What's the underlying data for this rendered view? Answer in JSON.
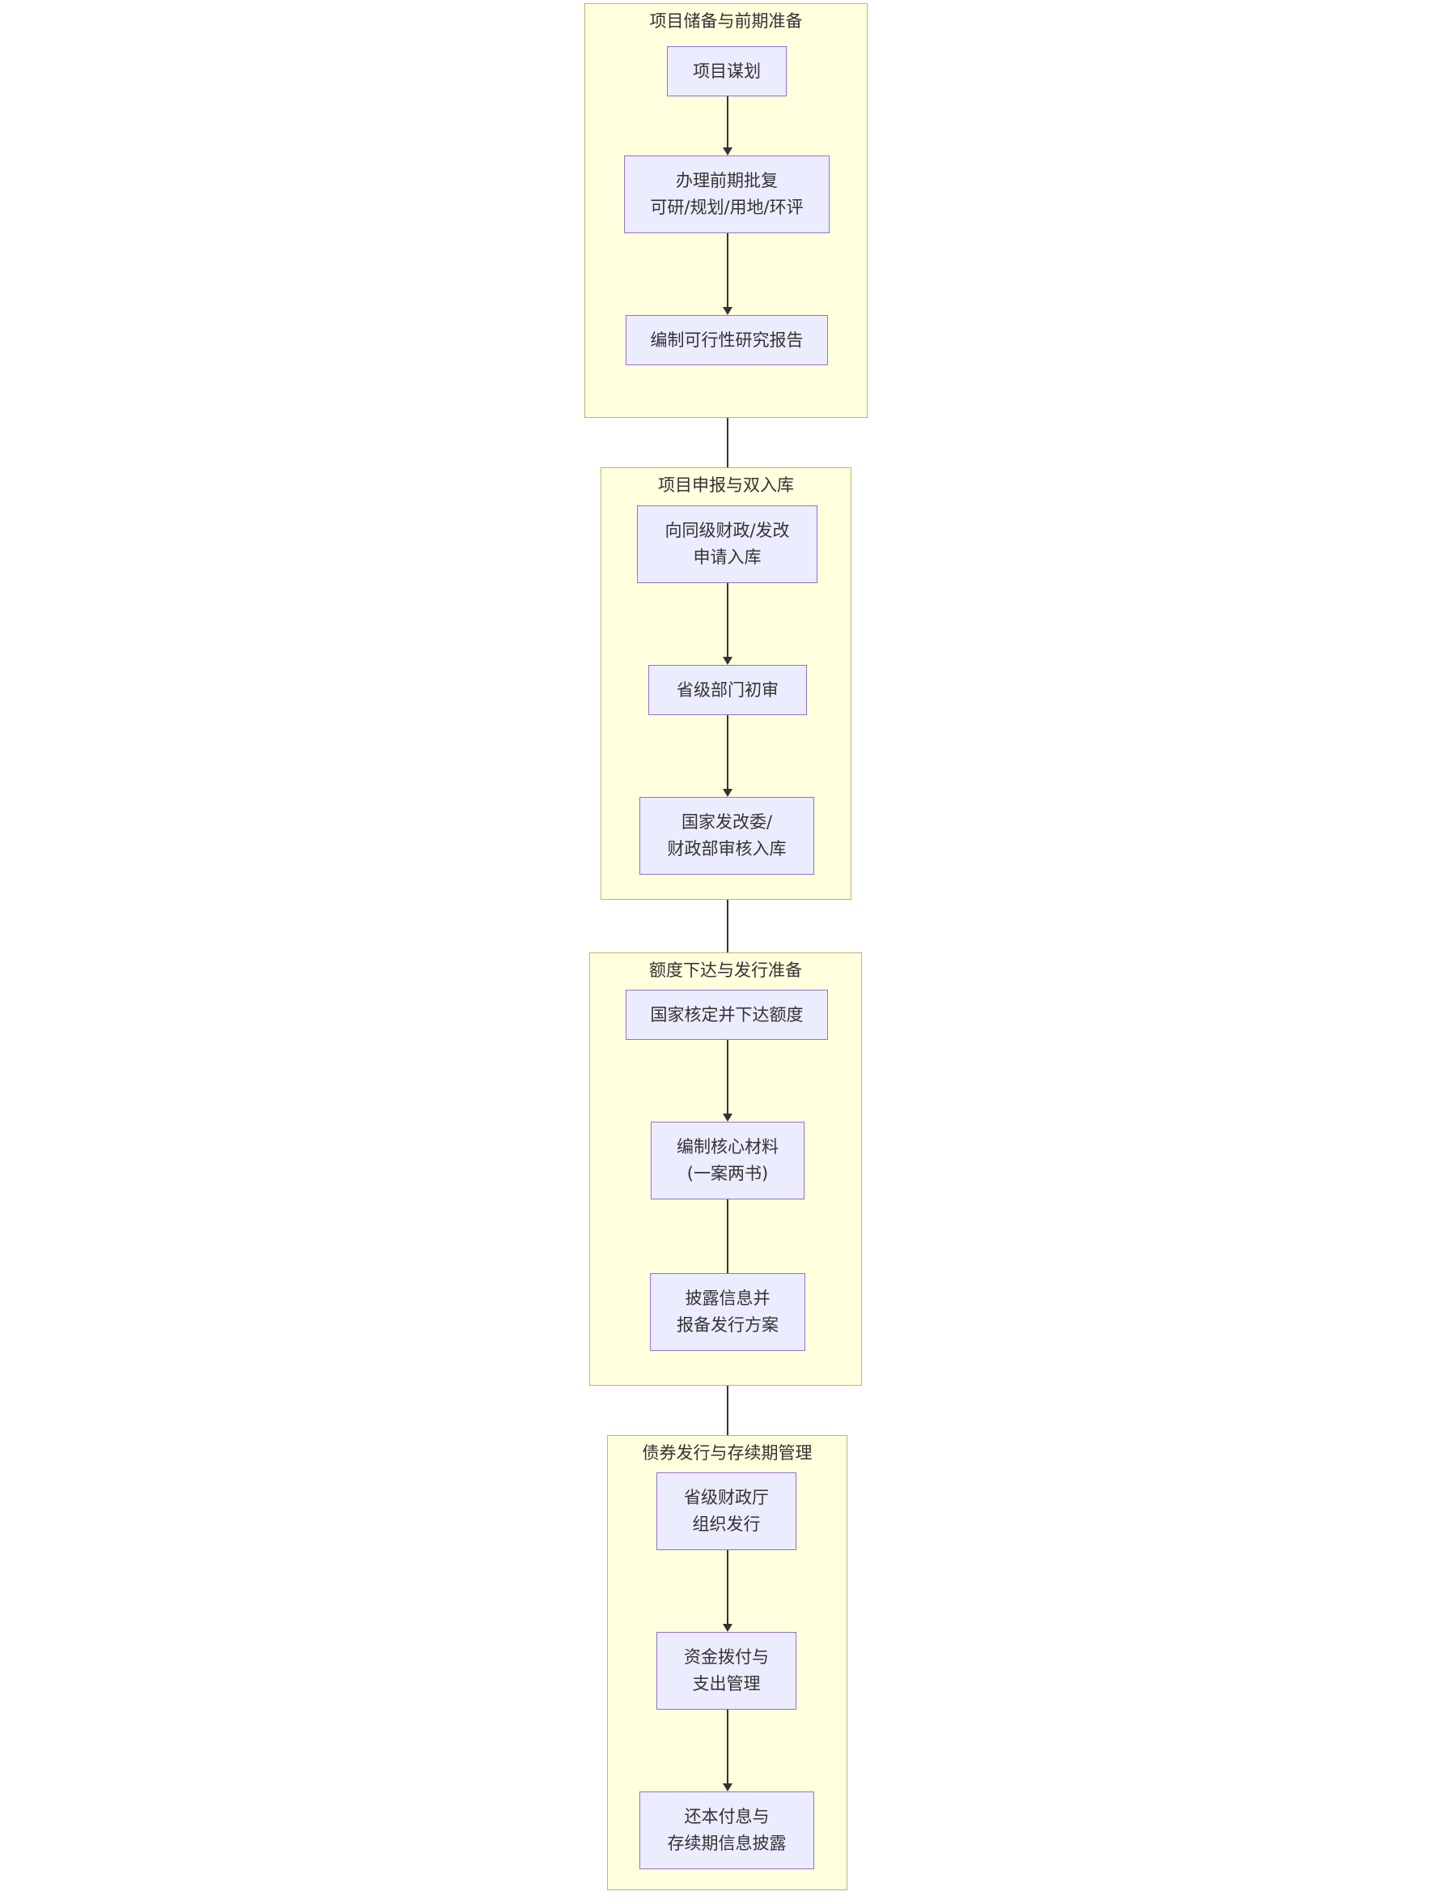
{
  "diagram": {
    "type": "flowchart",
    "direction": "top-to-bottom",
    "title_present": false,
    "colors": {
      "cluster_fill": "#FFFFDE",
      "cluster_stroke": "#BDB76B",
      "node_fill": "#ECECFF",
      "node_stroke": "#9370DB",
      "edge_stroke": "#333333",
      "text": "#333333",
      "background": "#FFFFFF"
    },
    "clusters": [
      {
        "id": "cluster-1",
        "title": "项目储备与前期准备",
        "nodes": [
          {
            "id": "n1",
            "label": "项目谋划"
          },
          {
            "id": "n2",
            "label": "办理前期批复\n可研/规划/用地/环评"
          },
          {
            "id": "n3",
            "label": "编制可行性研究报告"
          }
        ]
      },
      {
        "id": "cluster-2",
        "title": "项目申报与双入库",
        "nodes": [
          {
            "id": "n4",
            "label": "向同级财政/发改\n申请入库"
          },
          {
            "id": "n5",
            "label": "省级部门初审"
          },
          {
            "id": "n6",
            "label": "国家发改委/\n财政部审核入库"
          }
        ]
      },
      {
        "id": "cluster-3",
        "title": "额度下达与发行准备",
        "nodes": [
          {
            "id": "n7",
            "label": "国家核定并下达额度"
          },
          {
            "id": "n8",
            "label": "编制核心材料\n(一案两书)"
          },
          {
            "id": "n9",
            "label": "披露信息并\n报备发行方案"
          }
        ]
      },
      {
        "id": "cluster-4",
        "title": "债券发行与存续期管理",
        "nodes": [
          {
            "id": "n10",
            "label": "省级财政厅\n组织发行"
          },
          {
            "id": "n11",
            "label": "资金拨付与\n支出管理"
          },
          {
            "id": "n12",
            "label": "还本付息与\n存续期信息披露"
          }
        ]
      }
    ],
    "edges": [
      {
        "from": "n1",
        "to": "n2"
      },
      {
        "from": "n2",
        "to": "n3"
      },
      {
        "from": "n3",
        "to": "n4"
      },
      {
        "from": "n4",
        "to": "n5"
      },
      {
        "from": "n5",
        "to": "n6"
      },
      {
        "from": "n6",
        "to": "n7"
      },
      {
        "from": "n7",
        "to": "n8"
      },
      {
        "from": "n8",
        "to": "n9"
      },
      {
        "from": "n9",
        "to": "n10"
      },
      {
        "from": "n10",
        "to": "n11"
      },
      {
        "from": "n11",
        "to": "n12"
      }
    ]
  }
}
